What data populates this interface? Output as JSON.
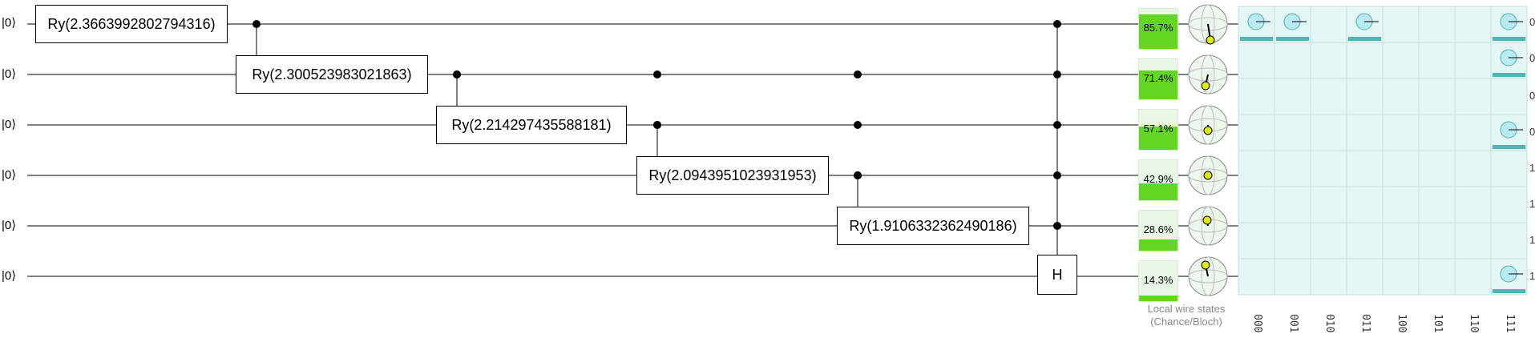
{
  "wires": [
    {
      "ket": "|0⟩"
    },
    {
      "ket": "|0⟩"
    },
    {
      "ket": "|0⟩"
    },
    {
      "ket": "|0⟩"
    },
    {
      "ket": "|0⟩"
    },
    {
      "ket": "|0⟩"
    }
  ],
  "gates": [
    {
      "label": "Ry(2.3663992802794316)"
    },
    {
      "label": "Ry(2.300523983021863)"
    },
    {
      "label": "Ry(2.214297435588181)"
    },
    {
      "label": "Ry(2.0943951023931953)"
    },
    {
      "label": "Ry(1.9106332362490186)"
    },
    {
      "label": "H"
    }
  ],
  "chances": [
    {
      "label": "85.7%",
      "value": 0.857
    },
    {
      "label": "71.4%",
      "value": 0.714
    },
    {
      "label": "57.1%",
      "value": 0.571
    },
    {
      "label": "42.9%",
      "value": 0.429
    },
    {
      "label": "28.6%",
      "value": 0.286
    },
    {
      "label": "14.3%",
      "value": 0.143
    }
  ],
  "caption_line1": "Local wire states",
  "caption_line2": "(Chance/Bloch)",
  "amplitude_columns": [
    "000",
    "001",
    "010",
    "011",
    "100",
    "101",
    "110",
    "111"
  ],
  "amplitude_rows_trailing": [
    "0",
    "0",
    "0",
    "0",
    "1",
    "1",
    "1",
    "1"
  ],
  "colors": {
    "chance_fill": "#63d61f",
    "chance_bg": "#eaf7e6",
    "grid_bg": "#e4f7f7",
    "amp_circle": "#b8ecf4",
    "amp_bar": "#4fb5b5",
    "bloch_point": "#ddee00"
  }
}
